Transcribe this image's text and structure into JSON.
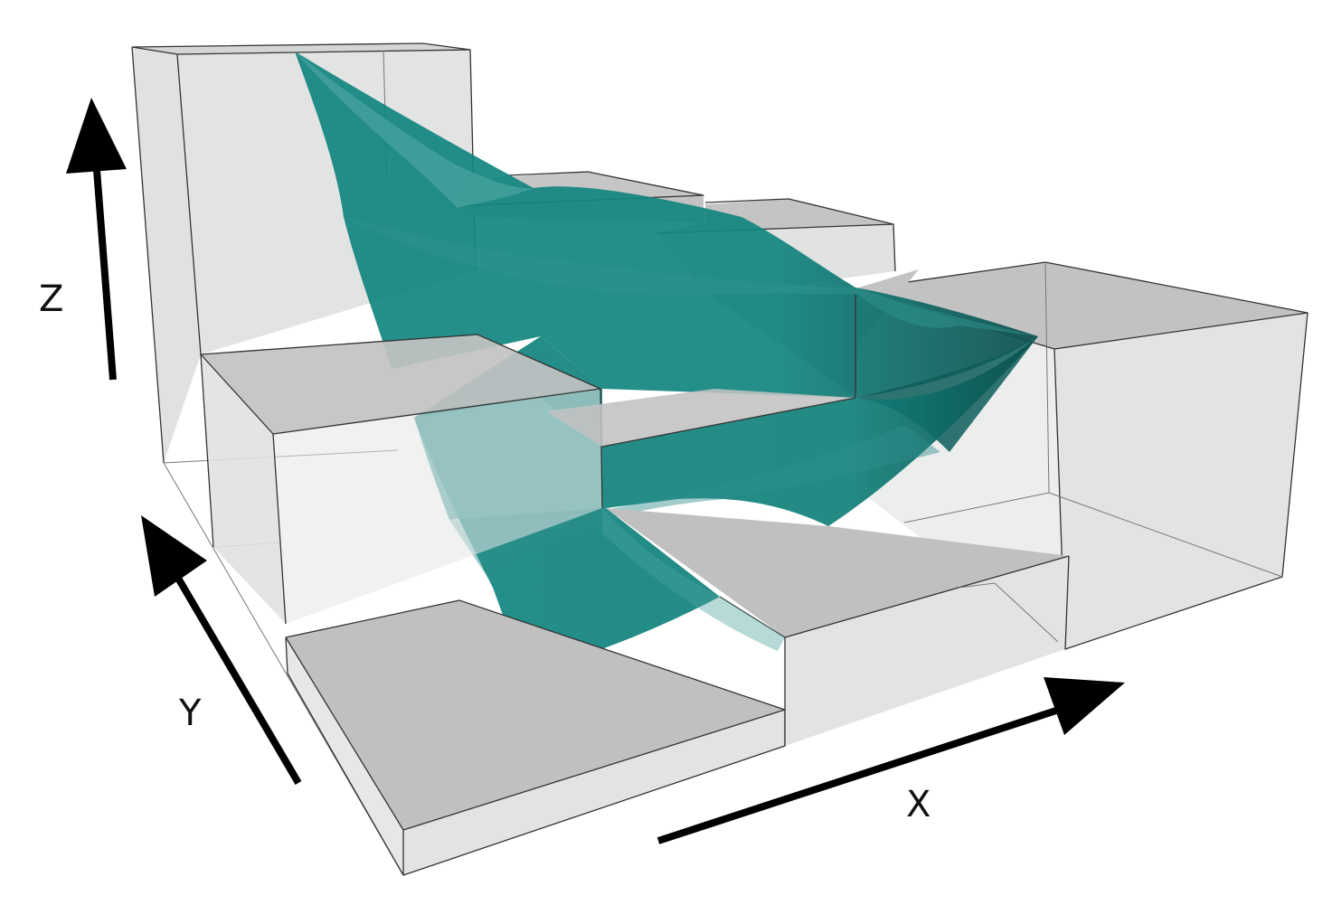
{
  "axes": {
    "x_label": "X",
    "y_label": "Y",
    "z_label": "Z"
  },
  "colors": {
    "surface": "#12857f",
    "surface_dark": "#0b5452",
    "box_side": "#e0e2e2",
    "box_top": "#c0c0c0",
    "edge": "#333333",
    "arrow": "#000000"
  }
}
